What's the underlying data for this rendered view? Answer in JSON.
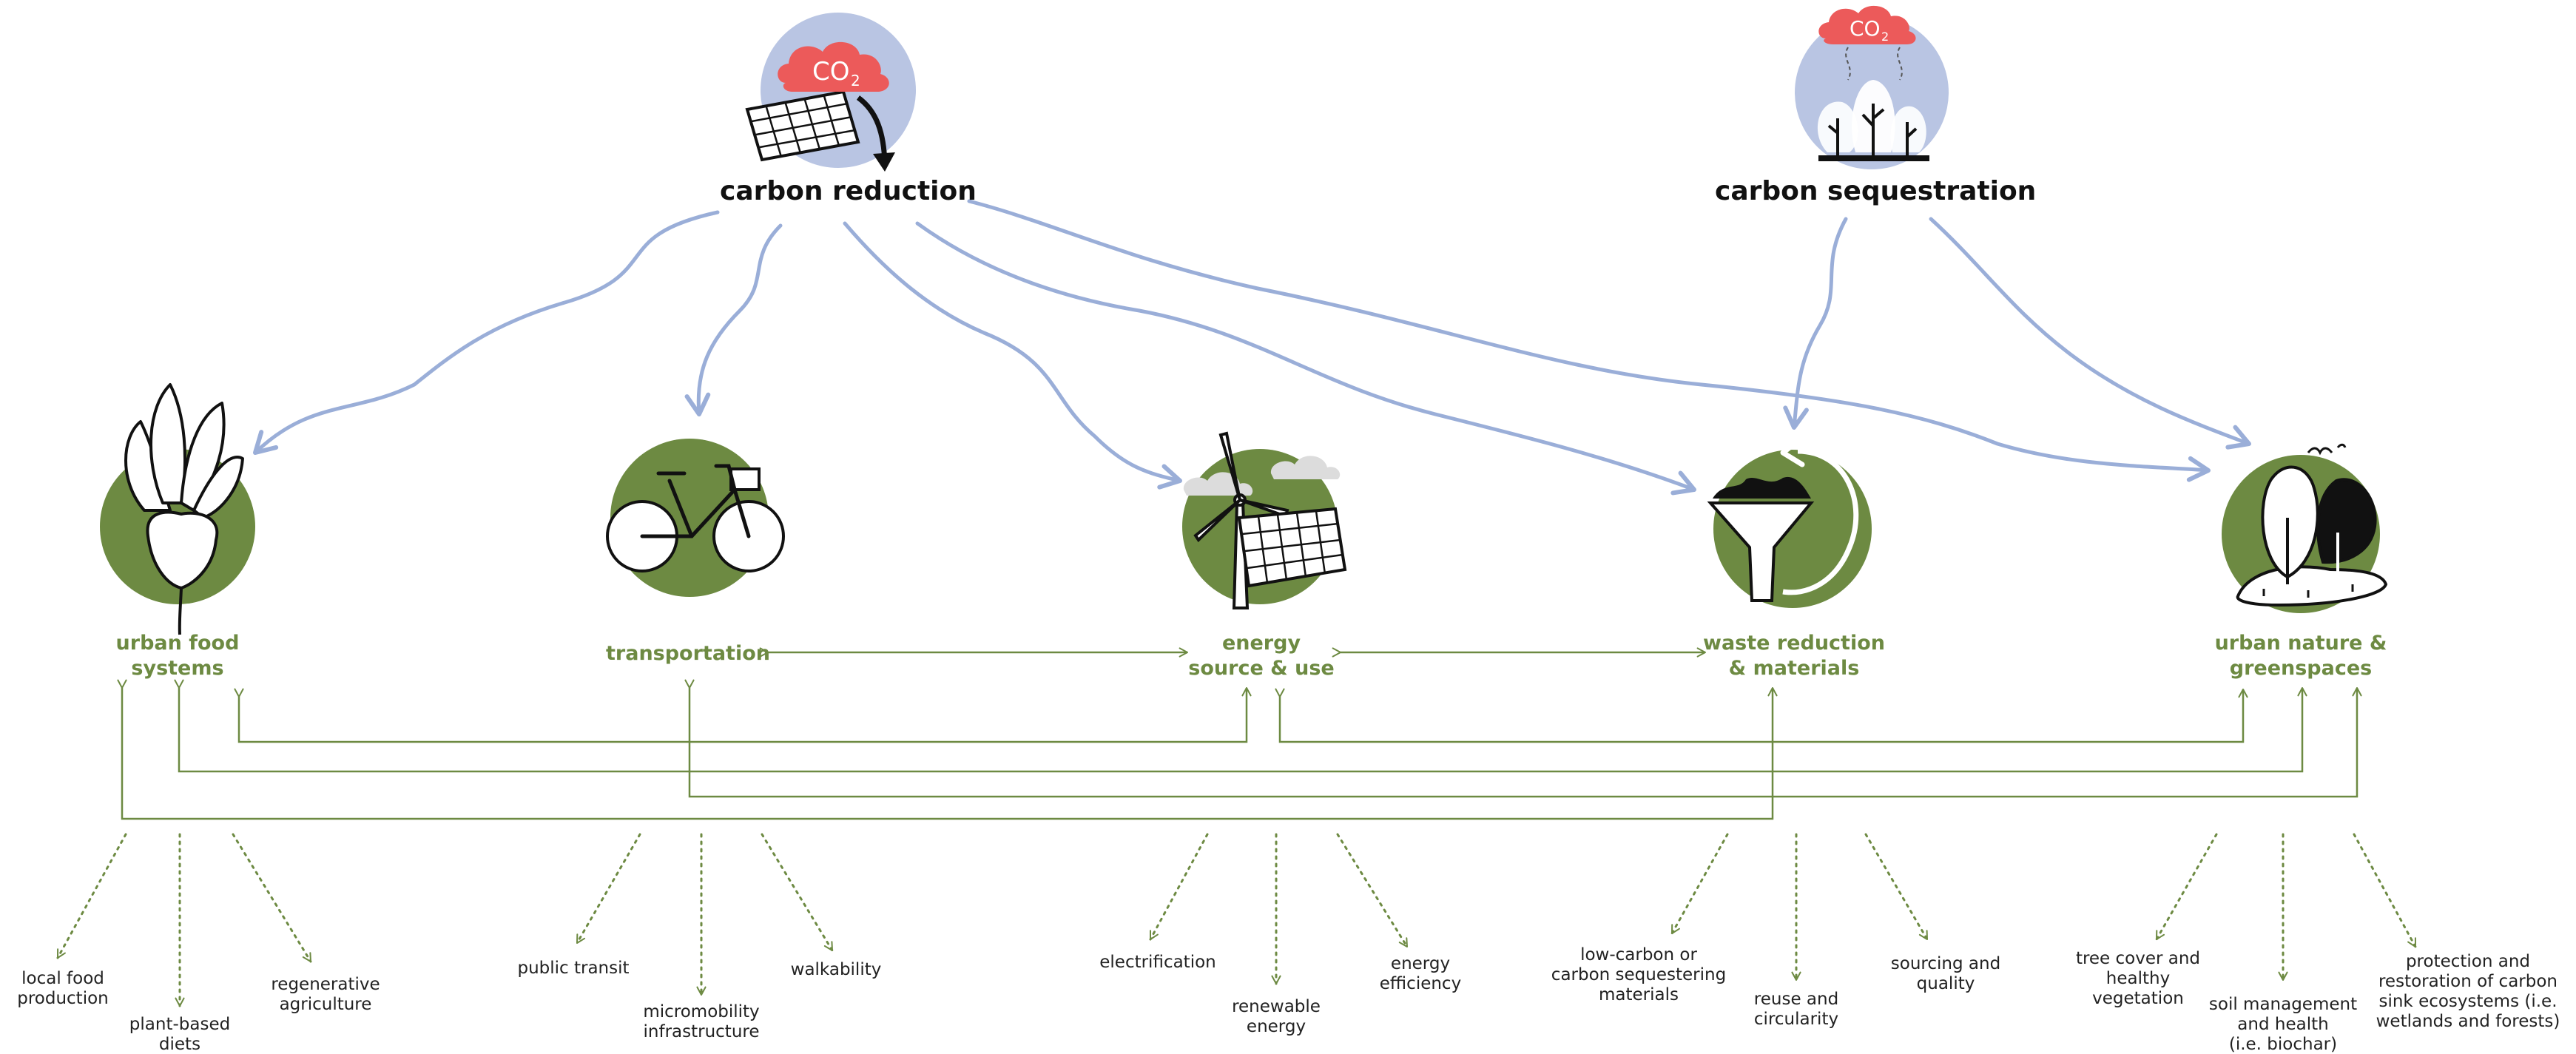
{
  "colors": {
    "arrow_blue": "#9aaed8",
    "circle_blue": "#b9c5e3",
    "category_green": "#6d8a42",
    "cloud_red": "#ec5a5a",
    "text_dark": "#111111"
  },
  "heads": {
    "reduction": {
      "label": "carbon reduction",
      "icon": "solar-panel-co2-cloud-icon"
    },
    "sequestration": {
      "label": "carbon sequestration",
      "icon": "trees-co2-cloud-icon"
    },
    "co2_text": "CO",
    "co2_sub": "2"
  },
  "categories": [
    {
      "id": "food",
      "line1": "urban food",
      "line2": "systems",
      "icon": "beet-plant-icon"
    },
    {
      "id": "transport",
      "line1": "transportation",
      "line2": "",
      "icon": "bicycle-icon"
    },
    {
      "id": "energy",
      "line1": "energy",
      "line2": "source & use",
      "icon": "wind-turbine-solar-icon"
    },
    {
      "id": "waste",
      "line1": "waste reduction",
      "line2": "& materials",
      "icon": "funnel-recycle-icon"
    },
    {
      "id": "nature",
      "line1": "urban nature &",
      "line2": "greenspaces",
      "icon": "trees-landscape-icon"
    }
  ],
  "strategies": {
    "food": [
      [
        "local food",
        "production"
      ],
      [
        "plant-based",
        "diets"
      ],
      [
        "regenerative",
        "agriculture"
      ]
    ],
    "transport": [
      [
        "public transit"
      ],
      [
        "micromobility",
        "infrastructure"
      ],
      [
        "walkability"
      ]
    ],
    "energy": [
      [
        "electrification"
      ],
      [
        "renewable",
        "energy"
      ],
      [
        "energy",
        "efficiency"
      ]
    ],
    "waste": [
      [
        "low-carbon or",
        "carbon sequestering",
        "materials"
      ],
      [
        "reuse and",
        "circularity"
      ],
      [
        "sourcing and",
        "quality"
      ]
    ],
    "nature": [
      [
        "tree cover and",
        "healthy",
        "vegetation"
      ],
      [
        "soil management",
        "and health",
        "(i.e. biochar)"
      ],
      [
        "protection and",
        "restoration of carbon",
        "sink ecosystems (i.e.",
        "wetlands and forests)"
      ]
    ]
  }
}
